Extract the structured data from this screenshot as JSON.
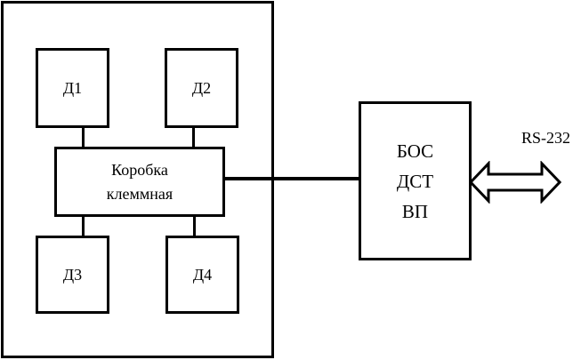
{
  "diagram": {
    "background_color": "#ffffff",
    "line_color": "#000000",
    "sensor_boxes": [
      {
        "id": "d1",
        "label": "Д1"
      },
      {
        "id": "d2",
        "label": "Д2"
      },
      {
        "id": "d3",
        "label": "Д3"
      },
      {
        "id": "d4",
        "label": "Д4"
      }
    ],
    "terminal_box": {
      "line1": "Коробка",
      "line2": "клеммная"
    },
    "processor_box": {
      "lines": [
        "БОС",
        "ДСТ",
        "ВП"
      ]
    },
    "interface": {
      "label": "RS-232"
    }
  }
}
